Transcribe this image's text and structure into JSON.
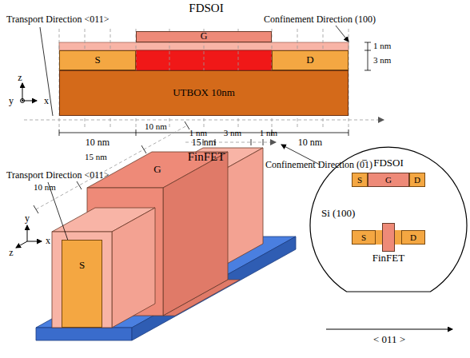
{
  "diagram": {
    "nodes": [
      {
        "text": [
          "G"
        ]
      },
      {
        "text": [
          "S"
        ]
      },
      {
        "text": [
          "D"
        ]
      },
      {
        "text": [
          "UTBOX 10nm"
        ]
      },
      {
        "text": [
          "G"
        ]
      },
      {
        "text": [
          "S"
        ]
      },
      {
        "text": [
          "Si (100)"
        ]
      },
      {
        "text": [
          "FDSOI"
        ],
        "in": 6
      },
      {
        "text": [
          "S"
        ],
        "in": 7
      },
      {
        "text": [
          "G"
        ],
        "in": 7
      },
      {
        "text": [
          "D"
        ],
        "in": 7
      },
      {
        "text": [
          "FinFET"
        ],
        "in": 6
      },
      {
        "text": [
          "S"
        ],
        "in": 11
      },
      {
        "text": [
          "D"
        ],
        "in": 11
      }
    ],
    "labels": [
      "FDSOI",
      "Transport Direction <011>",
      "Confinement Direction (100)",
      "1 nm",
      "3 nm",
      "z",
      "y",
      "x",
      "10 nm",
      "15 nm",
      "10 nm",
      "FinFET",
      "Transport Direction <011>",
      "Confinement Direction (0̅1)",
      "10 nm",
      "15 nm",
      "10 nm",
      "1 nm",
      "3 nm",
      "1 nm",
      "y",
      "z",
      "x",
      "< 011 >"
    ]
  }
}
